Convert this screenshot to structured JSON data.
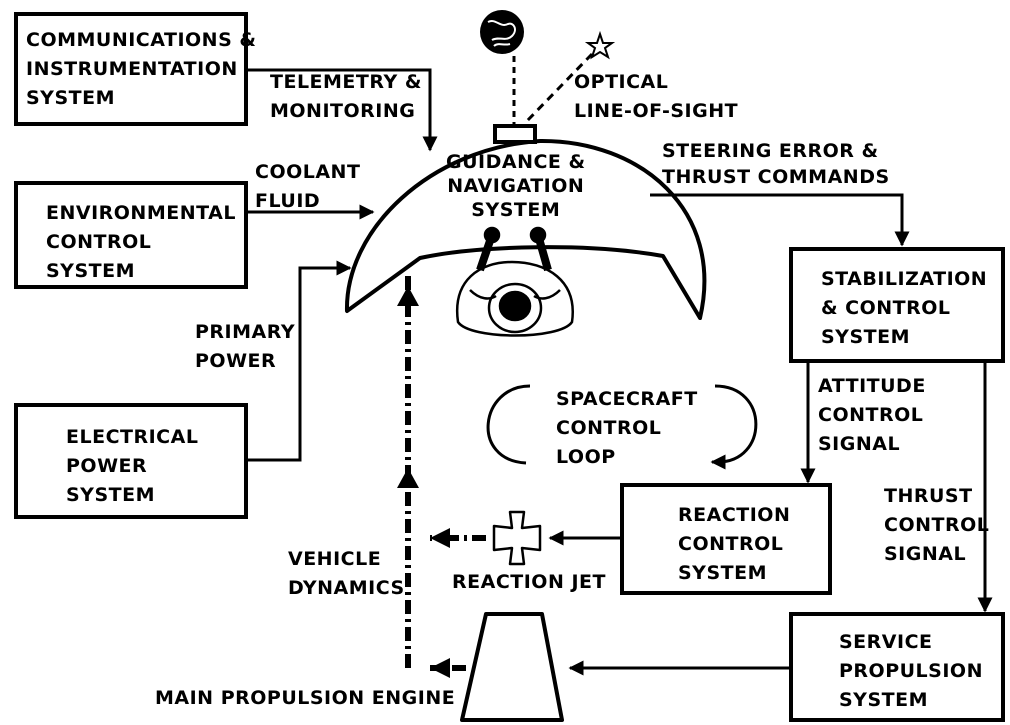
{
  "boxes": {
    "communications": "COMMUNICATIONS &\nINSTRUMENTATION\nSYSTEM",
    "environmental": "ENVIRONMENTAL\nCONTROL\nSYSTEM",
    "electrical": "ELECTRICAL\nPOWER\nSYSTEM",
    "stabilization": "STABILIZATION\n& CONTROL\nSYSTEM",
    "reaction_control": "REACTION\nCONTROL\nSYSTEM",
    "service_propulsion": "SERVICE\nPROPULSION\nSYSTEM"
  },
  "labels": {
    "telemetry": "TELEMETRY &\nMONITORING",
    "optical": "OPTICAL\nLINE-OF-SIGHT",
    "coolant": "COOLANT\nFLUID",
    "guidance": "GUIDANCE &\nNAVIGATION\nSYSTEM",
    "steering": "STEERING ERROR &\nTHRUST COMMANDS",
    "primary_power": "PRIMARY\nPOWER",
    "control_loop": "SPACECRAFT\nCONTROL\nLOOP",
    "attitude": "ATTITUDE\nCONTROL\nSIGNAL",
    "thrust_signal": "THRUST\nCONTROL\nSIGNAL",
    "vehicle_dynamics": "VEHICLE\nDYNAMICS",
    "reaction_jet": "REACTION JET",
    "main_engine": "MAIN PROPULSION ENGINE"
  },
  "colors": {
    "ink": "#000000",
    "paper": "#ffffff"
  },
  "icons": [
    "earth-icon",
    "star-icon",
    "astronaut-icon",
    "reaction-jet-icon",
    "engine-nozzle-icon"
  ]
}
